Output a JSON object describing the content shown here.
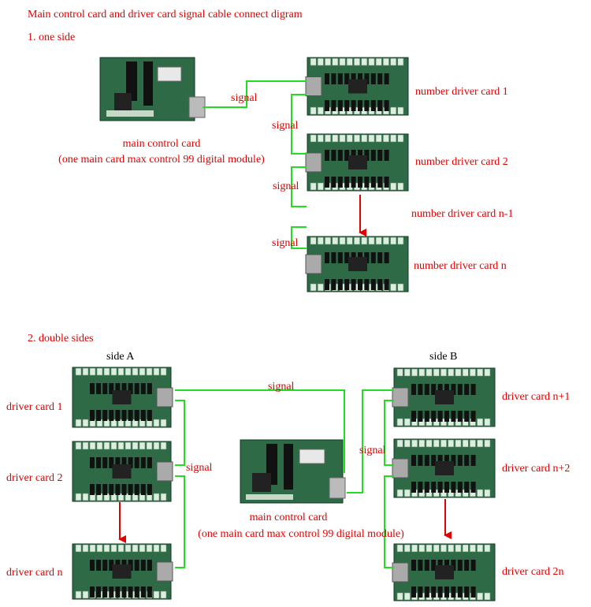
{
  "title": "Main control card and driver card signal cable connect digram",
  "one_side": {
    "heading": "1. one side",
    "signal_labels": [
      "signal",
      "signal",
      "signal",
      "signal"
    ],
    "main_card_caption": "main control card",
    "main_card_note": "(one main card max control 99 digital module)",
    "driver_labels": [
      "number driver card 1",
      "number driver card 2",
      "number driver card n-1",
      "number driver card n"
    ]
  },
  "double_sides": {
    "heading": "2. double sides",
    "side_a": "side A",
    "side_b": "side B",
    "signal_top": "signal",
    "signal_a": "signal",
    "signal_b": "signal",
    "main_card_caption": "main control card",
    "main_card_note": "(one main card max control 99 digital module)",
    "a_labels": [
      "driver card 1",
      "driver card 2",
      "driver card n"
    ],
    "b_labels": [
      "driver card n+1",
      "driver card n+2",
      "driver card 2n"
    ]
  },
  "colors": {
    "text_red": "#e00000",
    "wire_green": "#22dd22",
    "arrow_red": "#e00000",
    "board_green": "#2e6a46",
    "connector": "#ddeee0"
  }
}
